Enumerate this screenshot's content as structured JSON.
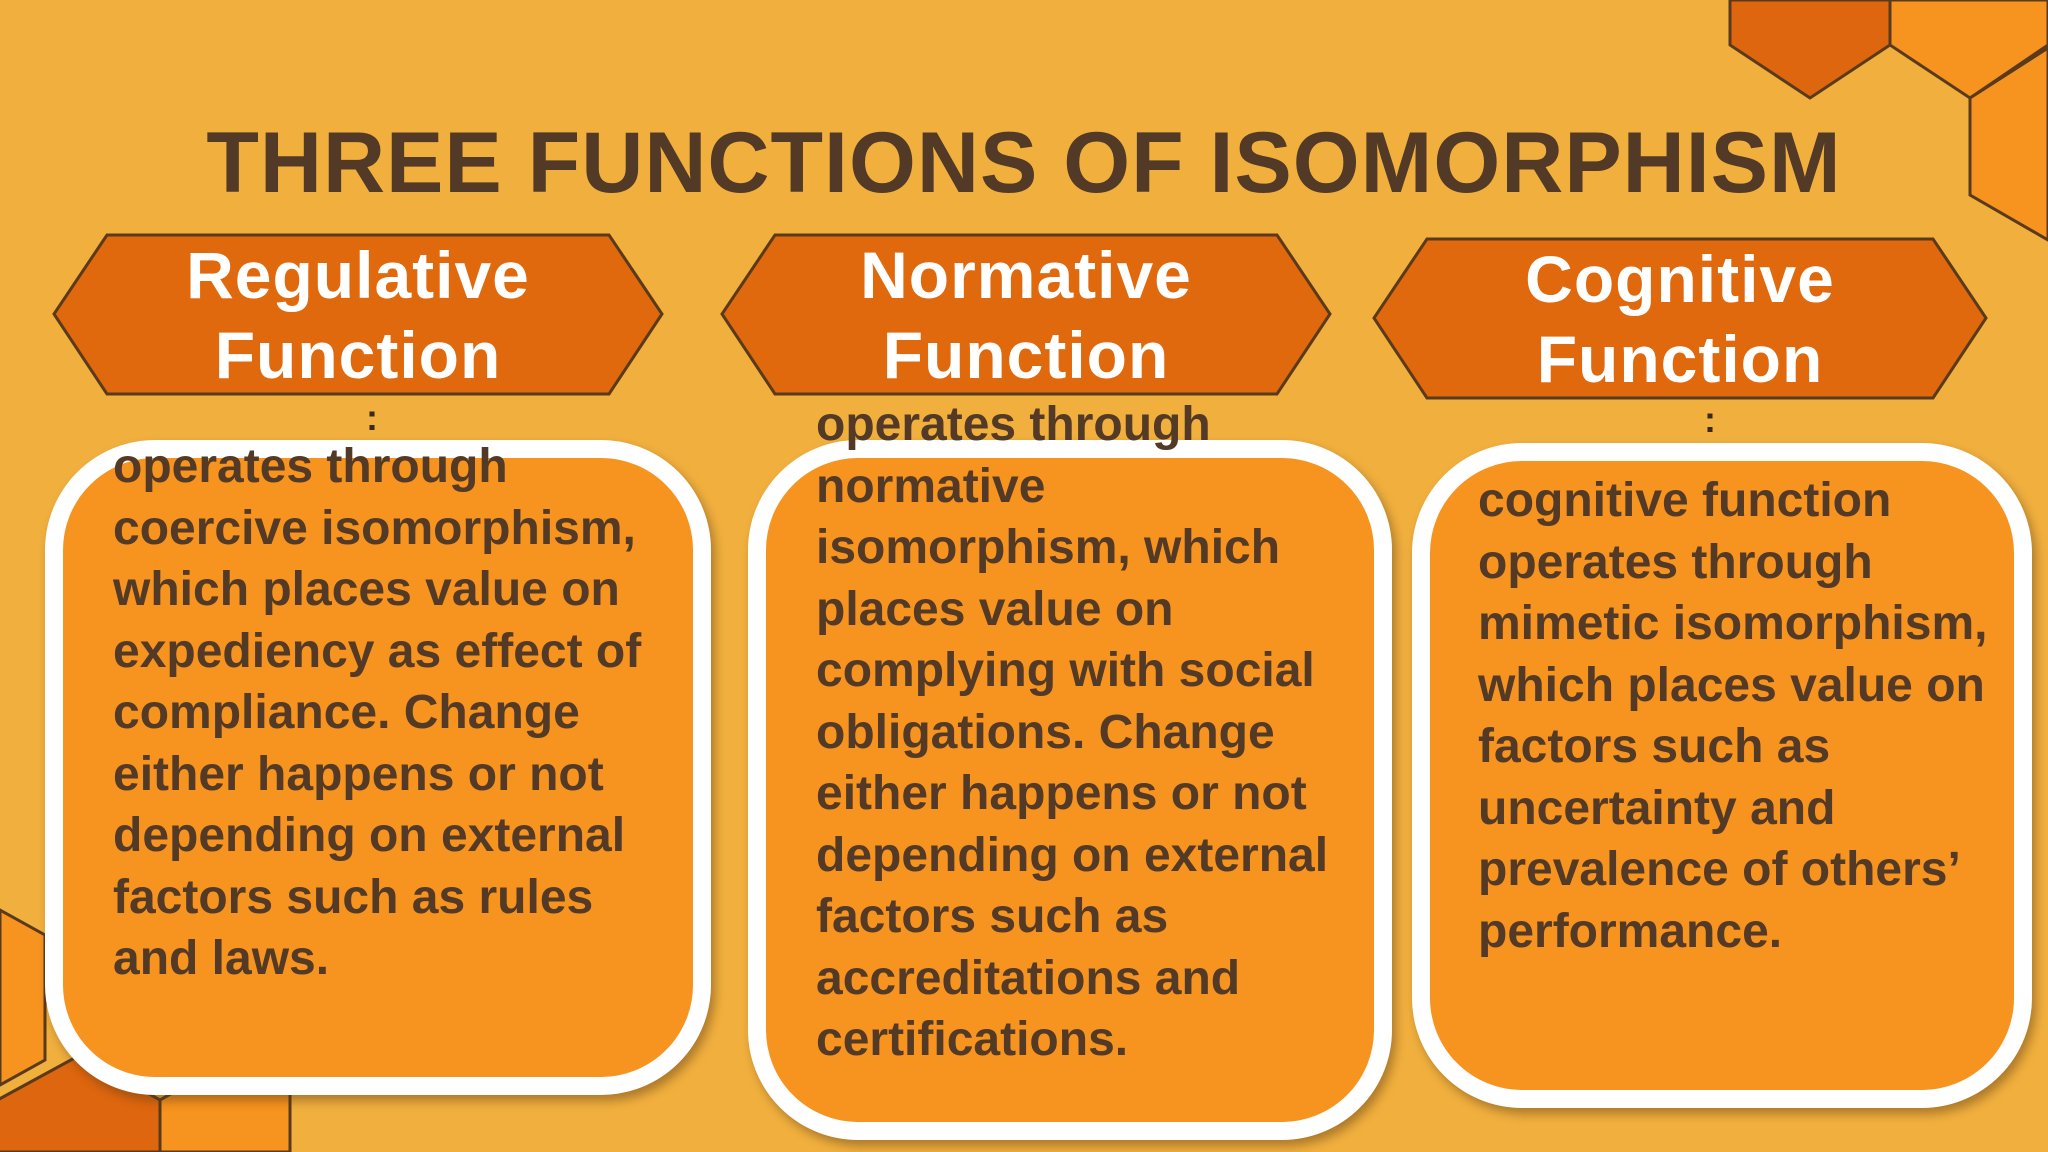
{
  "slide": {
    "title": "THREE FUNCTIONS OF ISOMORPHISM",
    "colors": {
      "background": "#f1b03e",
      "header_fill": "#e0680d",
      "header_border": "#5a3a1c",
      "card_fill": "#f7931f",
      "card_border": "#ffffff",
      "text_dark": "#523a26"
    },
    "columns": [
      {
        "header": "Regulative\nFunction",
        "connector": ":",
        "text": "operates through coercive isomorphism, which places value on expediency as effect of compliance. Change either happens or not depending on external factors such as rules and laws."
      },
      {
        "header": "Normative\nFunction",
        "connector": "",
        "text": "operates through normative isomorphism, which places value on complying with social obligations. Change either happens or not depending on external factors such as accreditations and certifications."
      },
      {
        "header": "Cognitive\nFunction",
        "connector": ":",
        "text": "cognitive function operates through mimetic isomorphism, which places value on factors such as uncertainty and prevalence of others’ performance."
      }
    ]
  }
}
